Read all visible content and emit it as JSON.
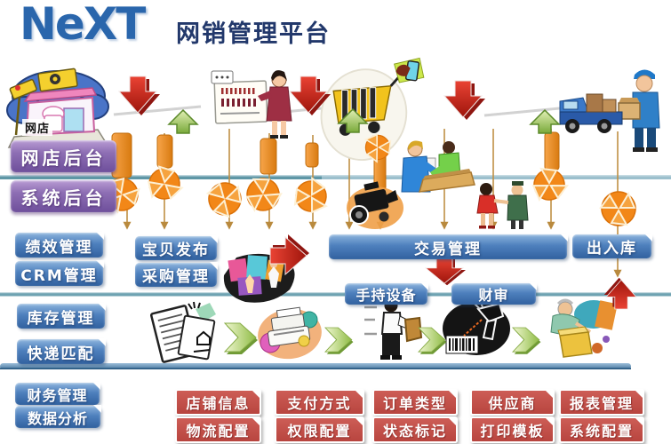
{
  "header": {
    "logo_text": "NeXT",
    "title": "网销管理平台"
  },
  "shop_label": "网店",
  "boxes": {
    "web_backend": "网店后台",
    "system_backend": "系统后台",
    "performance": "绩效管理",
    "crm": "CRM管理",
    "inventory": "库存管理",
    "express_match": "快递匹配",
    "finance": "财务管理",
    "data_analysis": "数据分析",
    "product_publish": "宝贝发布",
    "purchase": "采购管理",
    "trade": "交易管理",
    "warehouse_io": "出入库",
    "handheld": "手持设备",
    "audit": "财审",
    "shop_info": "店铺信息",
    "payment": "支付方式",
    "order_type": "订单类型",
    "supplier": "供应商",
    "report": "报表管理",
    "logistics": "物流配置",
    "permission": "权限配置",
    "status_mark": "状态标记",
    "print_template": "打印模板",
    "system_config": "系统配置"
  },
  "colors": {
    "logo_blue": "#2a66ac",
    "title_navy": "#22386b",
    "purple_box": "#8e6fb4",
    "blue_box": "#4e80bd",
    "red_box": "#b8453f",
    "orange_accent": "#f28718",
    "teal_line": "#6fa3b2",
    "steel_line": "#5b87b5",
    "arrow_red": "#cf2a1b",
    "arrow_green": "#8cb94a"
  },
  "cliparts": [
    "shop-illustration",
    "presenter-with-chart",
    "shopping-cart-payment",
    "video-camera",
    "customer-service-desk",
    "handshake-deal",
    "delivery-truck-courier",
    "shoppers-collage",
    "order-documents",
    "printer",
    "picking-worker",
    "barcode-scanner",
    "packing-worker"
  ]
}
